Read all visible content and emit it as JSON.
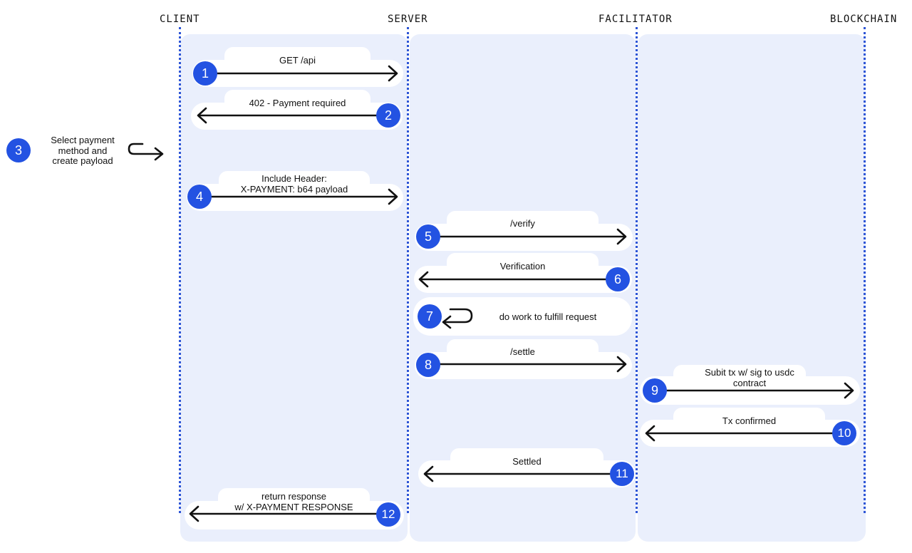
{
  "lanes": [
    {
      "name": "CLIENT"
    },
    {
      "name": "SERVER"
    },
    {
      "name": "FACILITATOR"
    },
    {
      "name": "BLOCKCHAIN"
    }
  ],
  "steps": [
    {
      "num": "1",
      "lines": [
        "GET /api"
      ]
    },
    {
      "num": "2",
      "lines": [
        "402 - Payment required"
      ]
    },
    {
      "num": "3",
      "lines": [
        "Select payment",
        "method and",
        "create payload"
      ]
    },
    {
      "num": "4",
      "lines": [
        "Include Header:",
        "X-PAYMENT: b64 payload"
      ]
    },
    {
      "num": "5",
      "lines": [
        "/verify"
      ]
    },
    {
      "num": "6",
      "lines": [
        "Verification"
      ]
    },
    {
      "num": "7",
      "lines": [
        "do work to fulfill request"
      ]
    },
    {
      "num": "8",
      "lines": [
        "/settle"
      ]
    },
    {
      "num": "9",
      "lines": [
        "Subit tx w/ sig to usdc",
        "contract"
      ]
    },
    {
      "num": "10",
      "lines": [
        "Tx confirmed"
      ]
    },
    {
      "num": "11",
      "lines": [
        "Settled"
      ]
    },
    {
      "num": "12",
      "lines": [
        "return response",
        "w/ X-PAYMENT RESPONSE"
      ]
    }
  ],
  "colors": {
    "accent": "#2352e2",
    "lane": "#eaeffc",
    "lifeline": "#2d55d6"
  }
}
